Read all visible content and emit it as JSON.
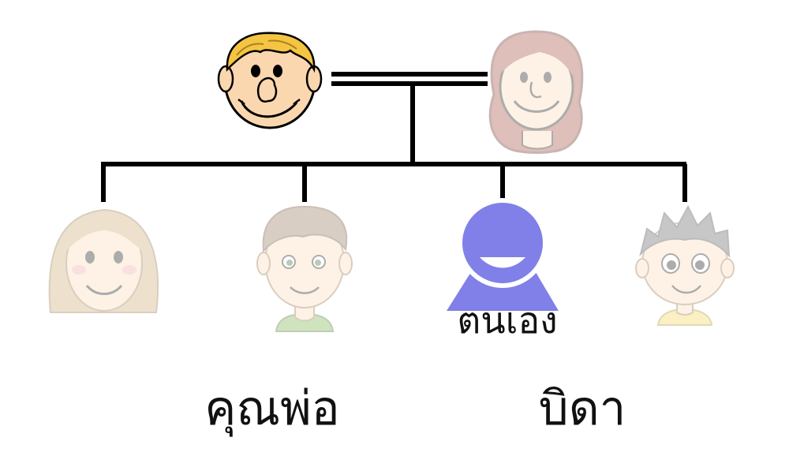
{
  "diagram": {
    "self_label": "ตนเอง",
    "answer_options": [
      "คุณพ่อ",
      "บิดา"
    ],
    "figures": [
      {
        "role": "father",
        "faded": false
      },
      {
        "role": "mother",
        "faded": true
      },
      {
        "role": "sister",
        "faded": true
      },
      {
        "role": "brother",
        "faded": true
      },
      {
        "role": "self",
        "faded": false
      },
      {
        "role": "younger-brother",
        "faded": true
      }
    ],
    "colors": {
      "line": "#000000",
      "self_silhouette": "#8080E8",
      "father_skin": "#FBD7B0",
      "father_hair": "#F4C542",
      "mother_hair": "#9C3A2A",
      "sister_hair": "#C9A36A",
      "boy_hair": "#8B6A4A",
      "boy_shirt": "#6BAA3A",
      "kid_hair": "#555555",
      "kid_shirt": "#F2D24A"
    }
  }
}
